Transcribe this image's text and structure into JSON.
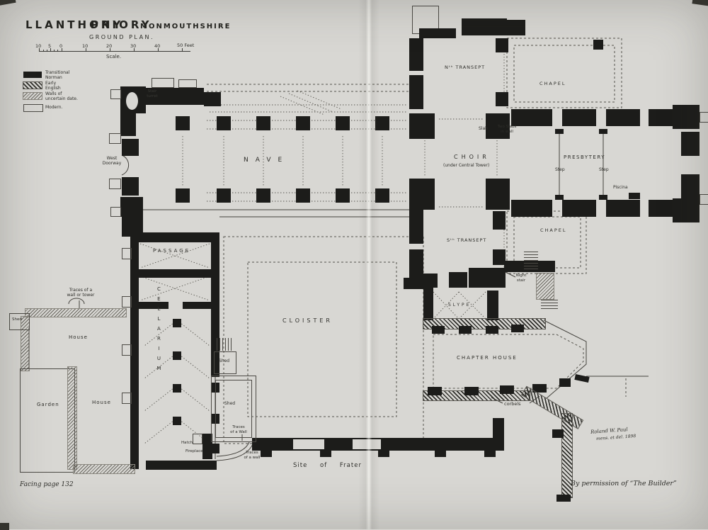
{
  "document": {
    "kind": "Scanned architectural ground plan",
    "facing_note": "Facing page 132",
    "credit": "By permission of “The Builder”",
    "signature_line1": "Roland W. Paul",
    "signature_line2": "mens. et del. 1898"
  },
  "title": {
    "name1": "LLANTHONY",
    "name2": "PRIORY",
    "county": "MONMOUTHSHIRE",
    "subtitle": "GROUND PLAN."
  },
  "scale_bar": {
    "label": "Scale.",
    "ticks": [
      "10",
      "5",
      "0",
      "10",
      "20",
      "30",
      "40",
      "50 Feet"
    ]
  },
  "legend": {
    "items": [
      {
        "swatch": "solid-black",
        "line1": "Transitional",
        "line2": "Norman"
      },
      {
        "swatch": "bold-diagonal-hatch",
        "line1": "Early",
        "line2": "English"
      },
      {
        "swatch": "fine-diagonal-hatch",
        "line1": "Walls of",
        "line2": "uncertain date."
      },
      {
        "swatch": "outline-white",
        "line1": "Modern.",
        "line2": ""
      }
    ]
  },
  "rooms": {
    "nave": "NAVE",
    "choir": "CHOIR",
    "choir_sub": "(under Central Tower)",
    "presbytery": "PRESBYTERY",
    "north_transept": "Nᵗʰ TRANSEPT",
    "chapel_north": "CHAPEL",
    "south_transept": "Sᵗʰ TRANSEPT",
    "chapel_south": "CHAPEL",
    "slype": "SLYPE",
    "chapter_house": "CHAPTER HOUSE",
    "cloister": "CLOISTER",
    "passage": "PASSAGE",
    "cellarium": "CELLARIUM",
    "site_of_frater": "Site of Frater",
    "house_north": "House",
    "house_south": "House",
    "garden": "Garden",
    "shed_nw": "Shed",
    "shed_small": "Shed",
    "shed_large": "Shed"
  },
  "annotations": {
    "west_doorway_1": "West",
    "west_doorway_2": "Doorway",
    "stair_turret_1": "Stair",
    "stair_turret_2": "turret",
    "slab": "Slab",
    "two_slabs_1": "Two Slabs",
    "two_slabs_2": "in wall",
    "step_left": "Step",
    "step_right": "Step",
    "piscina": "Piscina",
    "night_stair_1": "Night",
    "night_stair_2": "stair",
    "corbels": "corbels",
    "traces_tower_1": "Traces of a",
    "traces_tower_2": "wall or tower",
    "traces_wall_upper_1": "Traces",
    "traces_wall_upper_2": "of a Wall",
    "traces_wall_lower_1": "Traces",
    "traces_wall_lower_2": "of a wall",
    "hatch": "Hatch",
    "fireplace": "Fireplace"
  },
  "colors": {
    "paper": "#d8d7d3",
    "ink": "#1c1c1a",
    "hatch": "#3c3c38",
    "label": "#2e2e2a"
  }
}
